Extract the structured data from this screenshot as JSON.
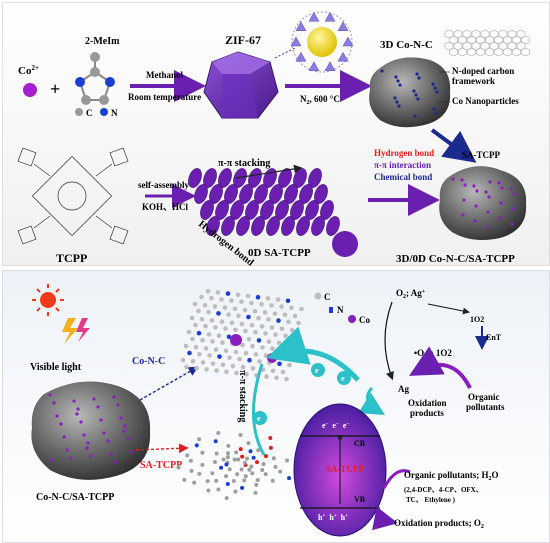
{
  "top": {
    "co_ion": "Co",
    "co_sup": "2+",
    "ligand": "2-MeIm",
    "legend_c": "C",
    "legend_n": "N",
    "step1_top": "Methanol",
    "step1_bottom": "Room temperature",
    "zif": "ZIF-67",
    "step2": "N",
    "step2_sub": "2",
    "step2_rest": ", 600 °C",
    "co_n_c_title": "3D Co-N-C",
    "ndoped_1": "N-doped carbon",
    "ndoped_2": "framework",
    "co_np": "Co Nanoparticles",
    "pi_stack": "π-π stacking",
    "selfassembly": "self-assembly",
    "koh": "KOH、HCl",
    "hbond_diag": "Hydrogen bond",
    "tcpp": "TCPP",
    "sa_tcpp_0d": "0D SA-TCPP",
    "int_hbond": "Hydrogen bond",
    "int_pipi": "π-π interaction",
    "int_chem": "Chemical bond",
    "sa_tcpp_label": "SA-TCPP",
    "composite": "3D/0D  Co-N-C/SA-TCPP"
  },
  "bottom": {
    "visible_light": "Visible light",
    "co_n_c": "Co-N-C",
    "sa_tcpp": "SA-TCPP",
    "composite": "Co-N-C/SA-TCPP",
    "legend_c": "C",
    "legend_n": "N",
    "legend_co": "Co",
    "pi_stacking": "π-π stacking",
    "o2": "O",
    "o2_sub": "2",
    "ag_plus": "; Ag",
    "ag_sup": "+",
    "singlet_top": "1O2",
    "ent": "EnT",
    "superoxide": "•O",
    "superoxide_sub": "2",
    "superoxide_sup": "−",
    "semicolon_1o2": "; 1O2",
    "ag": "Ag",
    "oxidation_products": "Oxidation",
    "oxidation_products_2": "products",
    "organic_pollutants": "Organic",
    "organic_pollutants_2": "pollutants",
    "electron": "e",
    "cb": "CB",
    "vb": "VB",
    "hole": "h",
    "sa_tcpp_band": "SA-TCPP",
    "pollutants_h2o": "Organic pollutants; H",
    "h2o_sub": "2",
    "h2o_rest": "O",
    "pollutant_list_1": "(2,4-DCP、4-CP、OFX、",
    "pollutant_list_2": "TC、 Ethylene )",
    "final_products": "Oxidation products; O",
    "final_sub": "2"
  },
  "colors": {
    "cobalt": "#8a1fbf",
    "purple_bar": "#6a1fb0",
    "navy": "#1b2a8f",
    "red": "#e02020",
    "cyan": "#2cc0c8",
    "gray_cube": "#5a5a5a"
  }
}
